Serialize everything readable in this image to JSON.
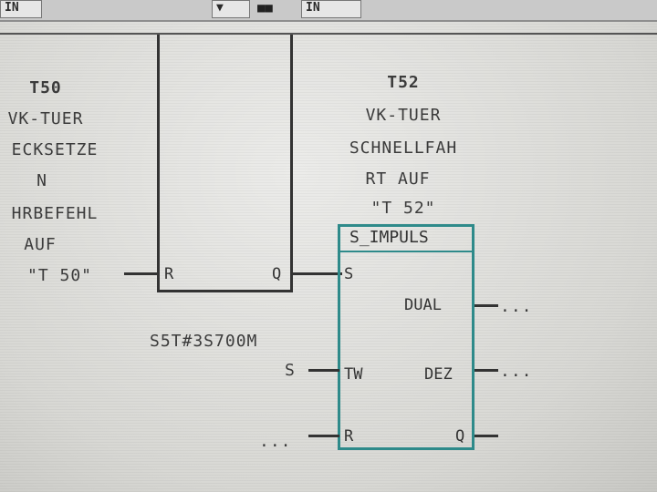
{
  "toolbar": {
    "field_text": "IN",
    "field2_text": "IN"
  },
  "left_timer": {
    "name": "T50",
    "comment_lines": [
      "VK-TUER",
      "ECKSETZE",
      "N",
      "HRBEFEHL",
      "AUF"
    ],
    "operand": "\"T 50\"",
    "pin_r": "R",
    "pin_q": "Q"
  },
  "right_timer": {
    "name": "T52",
    "comment_lines": [
      "VK-TUER",
      "SCHNELLFAH",
      "RT AUF"
    ],
    "operand": "\"T 52\"",
    "block_type": "S_IMPULS",
    "pin_s": "S",
    "pin_tw": "TW",
    "pin_r": "R",
    "pin_dual": "DUAL",
    "pin_dez": "DEZ",
    "pin_q": "Q",
    "tw_value": "S5T#3S700M",
    "tw_input": "S",
    "r_input": "...",
    "dual_output": "...",
    "dez_output": "..."
  },
  "colors": {
    "block_border": "#2e8a8a",
    "wire": "#333333",
    "background": "#dcdcd8"
  }
}
